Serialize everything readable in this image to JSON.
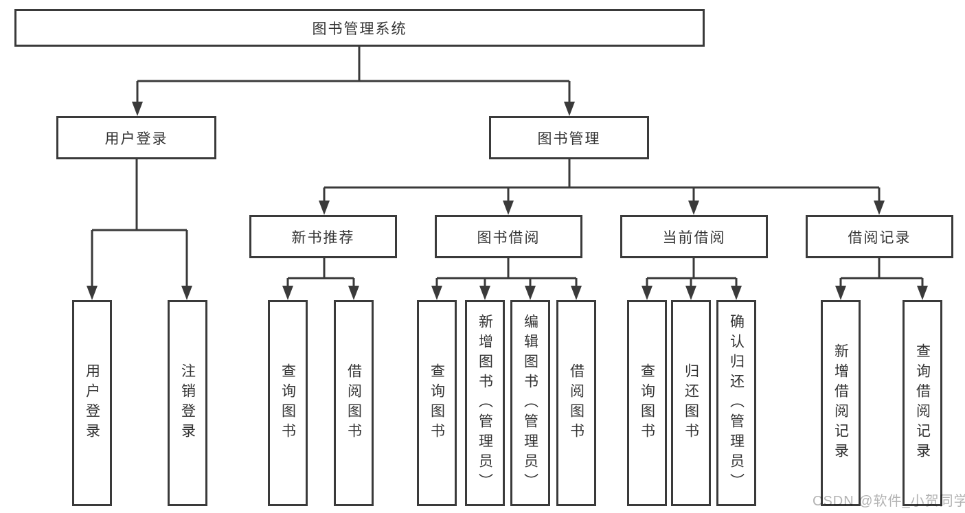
{
  "diagram": {
    "root": {
      "label": "图书管理系统"
    },
    "level2": [
      {
        "label": "用户登录"
      },
      {
        "label": "图书管理"
      }
    ],
    "level3": [
      {
        "label": "新书推荐",
        "parent": "图书管理"
      },
      {
        "label": "图书借阅",
        "parent": "图书管理"
      },
      {
        "label": "当前借阅",
        "parent": "图书管理"
      },
      {
        "label": "借阅记录",
        "parent": "图书管理"
      }
    ],
    "leaves": [
      {
        "label": "用户登录",
        "parent": "用户登录"
      },
      {
        "label": "注销登录",
        "parent": "用户登录"
      },
      {
        "label": "查询图书",
        "parent": "新书推荐"
      },
      {
        "label": "借阅图书",
        "parent": "新书推荐"
      },
      {
        "label": "查询图书",
        "parent": "图书借阅"
      },
      {
        "label": "新增图书（管理员）",
        "parent": "图书借阅"
      },
      {
        "label": "编辑图书（管理员）",
        "parent": "图书借阅"
      },
      {
        "label": "借阅图书",
        "parent": "图书借阅"
      },
      {
        "label": "查询图书",
        "parent": "当前借阅"
      },
      {
        "label": "归还图书",
        "parent": "当前借阅"
      },
      {
        "label": "确认归还（管理员）",
        "parent": "当前借阅"
      },
      {
        "label": "新增借阅记录",
        "parent": "借阅记录"
      },
      {
        "label": "查询借阅记录",
        "parent": "借阅记录"
      }
    ],
    "watermark": "CSDN @软件_小贺同学",
    "colors": {
      "line": "#3a3a3a",
      "text": "#333333",
      "background": "#ffffff",
      "watermark": "#b3b3b3"
    }
  }
}
